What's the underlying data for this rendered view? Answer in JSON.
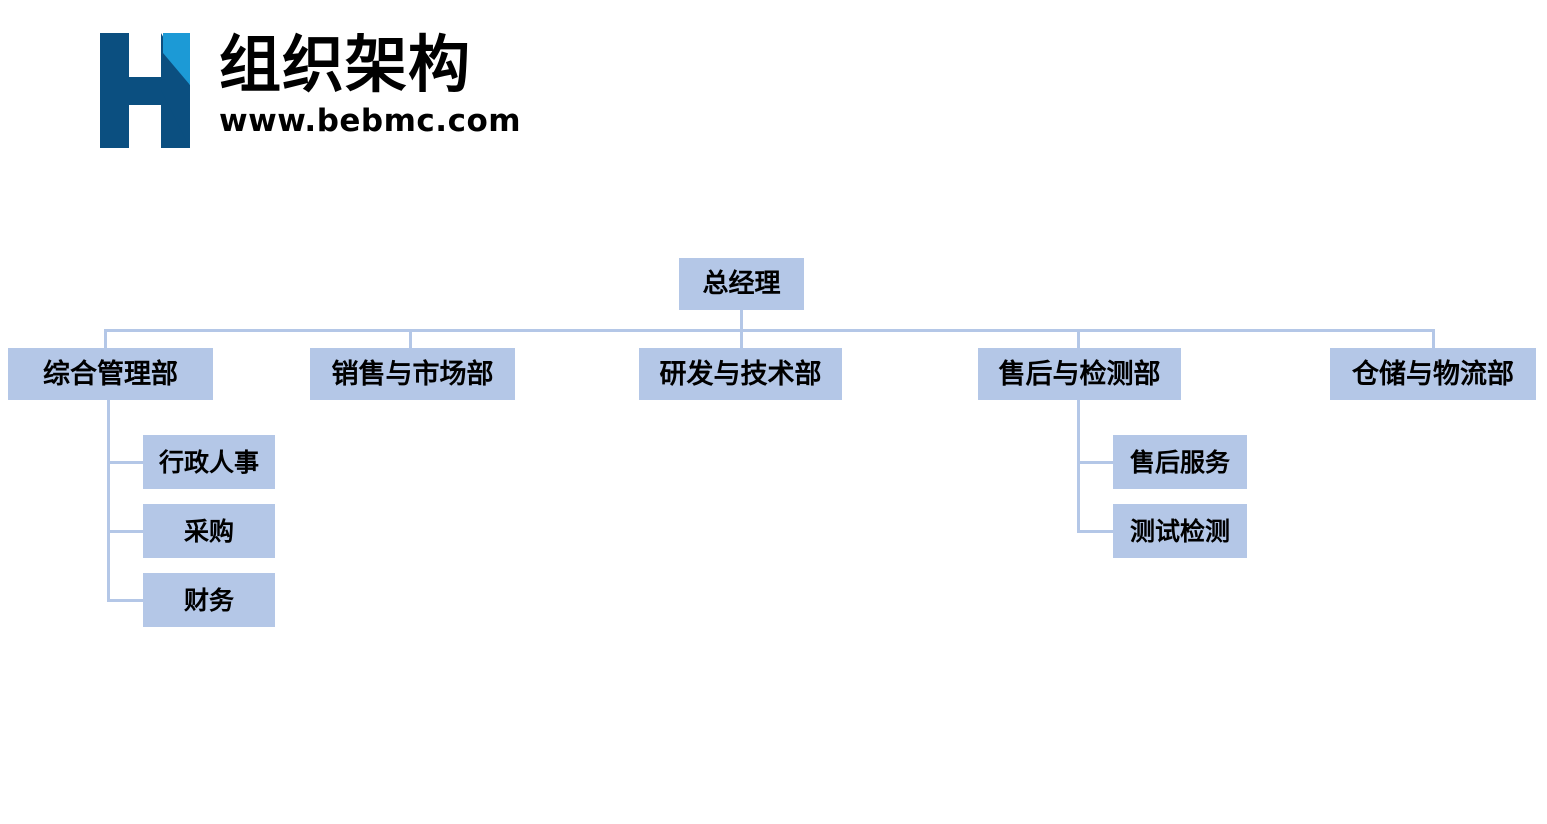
{
  "brand": {
    "logo_icon": "h-monogram-logo",
    "logo_colors": {
      "dark_blue": "#0b4f80",
      "light_blue": "#1c9ad6"
    },
    "title": "组织架构",
    "url": "www.bebmc.com"
  },
  "theme": {
    "node_fill": "#b4c7e7",
    "connector_color": "#b4c7e7",
    "text_color": "#000000",
    "background": "#ffffff"
  },
  "chart_data": {
    "type": "diagram",
    "title": "组织架构",
    "root": {
      "label": "总经理",
      "children": [
        {
          "label": "综合管理部",
          "children": [
            {
              "label": "行政人事"
            },
            {
              "label": "采购"
            },
            {
              "label": "财务"
            }
          ]
        },
        {
          "label": "销售与市场部",
          "children": []
        },
        {
          "label": "研发与技术部",
          "children": []
        },
        {
          "label": "售后与检测部",
          "children": [
            {
              "label": "售后服务"
            },
            {
              "label": "测试检测"
            }
          ]
        },
        {
          "label": "仓储与物流部",
          "children": []
        }
      ]
    }
  },
  "nodes": {
    "root": "总经理",
    "departments": [
      "综合管理部",
      "销售与市场部",
      "研发与技术部",
      "售后与检测部",
      "仓储与物流部"
    ],
    "admin_sub": [
      "行政人事",
      "采购",
      "财务"
    ],
    "service_sub": [
      "售后服务",
      "测试检测"
    ]
  }
}
